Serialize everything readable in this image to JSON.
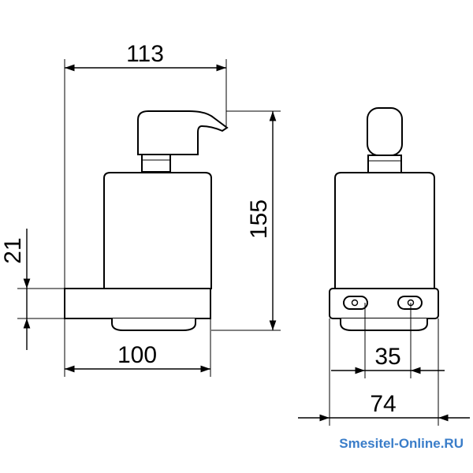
{
  "dimensions": {
    "front_width": "113",
    "front_height": "155",
    "front_base_height": "21",
    "front_base_width": "100",
    "side_slot_spacing": "35",
    "side_width": "74"
  },
  "watermark": "Smesitel-Online.RU"
}
